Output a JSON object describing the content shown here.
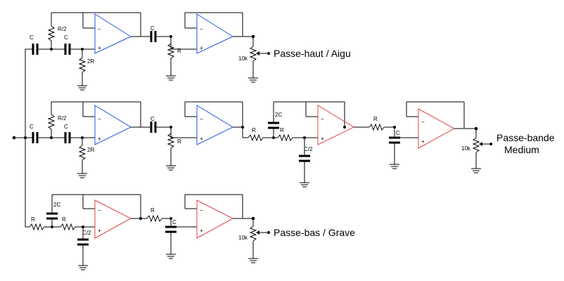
{
  "colors": {
    "wire": "#000000",
    "opamp_highpass": "#2255dd",
    "opamp_lowpass": "#dd4444",
    "background": "#ffffff"
  },
  "labels": {
    "C": "C",
    "R": "R",
    "R2": "R/2",
    "twoR": "2R",
    "twoC": "2C",
    "C2": "C/2",
    "pot": "10k",
    "minus": "−",
    "plus": "+"
  },
  "outputs": {
    "aigu": "Passe-haut / Aigu",
    "medium_line1": "Passe-bande",
    "medium_line2": "Medium",
    "grave": "Passe-bas / Grave"
  }
}
